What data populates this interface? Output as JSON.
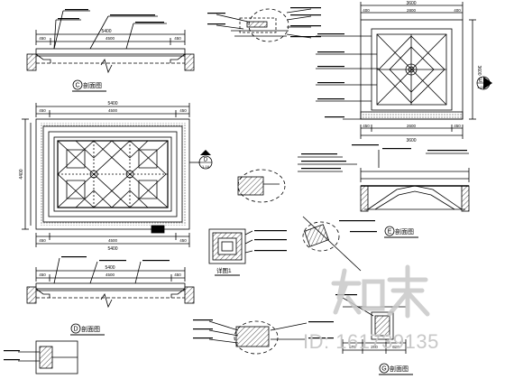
{
  "views": {
    "section_c": {
      "tag": "C",
      "suffix": "剖面图"
    },
    "section_d": {
      "tag": "D",
      "suffix": "剖面图"
    },
    "section_e": {
      "tag": "E",
      "suffix": "剖面图"
    },
    "section_g": {
      "tag": "G",
      "suffix": "剖面图"
    },
    "detail_1": {
      "title": "详图1"
    }
  },
  "plan_main": {
    "dim_top_total": "5400",
    "dim_top_parts": [
      "450",
      "4500",
      "450"
    ],
    "dim_bottom_total": "5400",
    "dim_bottom_parts": [
      "450",
      "4500",
      "450"
    ],
    "dim_left_total": "4400",
    "section_marker": {
      "label": "D",
      "sheet": "1-16"
    }
  },
  "plan_top_right": {
    "dim_top_total": "3600",
    "dim_top_parts": [
      "400",
      "2800",
      "400"
    ],
    "dim_bottom_parts": [
      "450",
      "2600",
      "450"
    ],
    "dim_bottom_total": "3600",
    "dim_right_total": "3600",
    "section_marker": {
      "label": "E",
      "sheet": "1-16"
    }
  },
  "section_c_dims": {
    "total": "5400",
    "parts": [
      "450",
      "4500",
      "450"
    ]
  },
  "section_d_dims": {
    "total": "5400",
    "parts": [
      "450",
      "4500",
      "450"
    ]
  },
  "section_g_dims": [
    "600",
    "200",
    "600"
  ],
  "watermark": {
    "id": "ID: 161739135"
  }
}
